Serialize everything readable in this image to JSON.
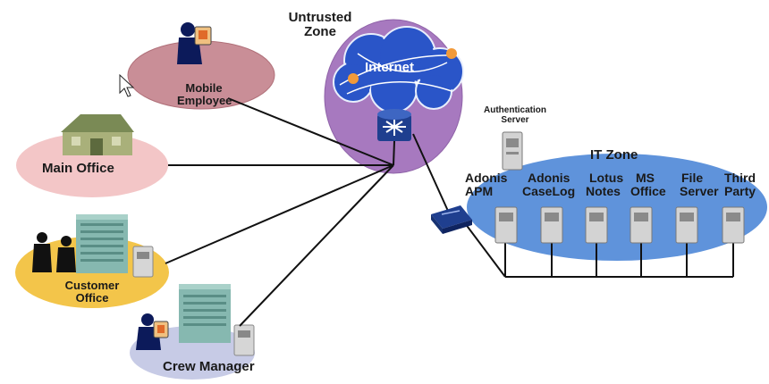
{
  "zones": {
    "untrusted": "Untrusted Zone",
    "internet": "Internet",
    "it_zone": "IT Zone"
  },
  "sites": {
    "mobile": [
      "Mobile",
      "Employee"
    ],
    "main_office": "Main Office",
    "customer": [
      "Customer",
      "Office"
    ],
    "crew": "Crew Manager"
  },
  "auth_server": [
    "Authentication",
    "Server"
  ],
  "apps": [
    [
      "Adonis",
      "APM"
    ],
    [
      "Adonis",
      "CaseLog"
    ],
    [
      "Lotus",
      "Notes"
    ],
    [
      "MS",
      "Office"
    ],
    [
      "File",
      "Server"
    ],
    [
      "Third",
      "Party"
    ]
  ],
  "colors": {
    "mobile_ellipse": "#c98e97",
    "main_office_ellipse": "#f3c6c7",
    "customer_ellipse": "#f3c54a",
    "crew_ellipse": "#c7cbe6",
    "untrusted_ellipse": "#a779bf",
    "it_zone_ellipse": "#5f93db",
    "cloud": "#2a55c8",
    "router": "#1f3f8f"
  }
}
